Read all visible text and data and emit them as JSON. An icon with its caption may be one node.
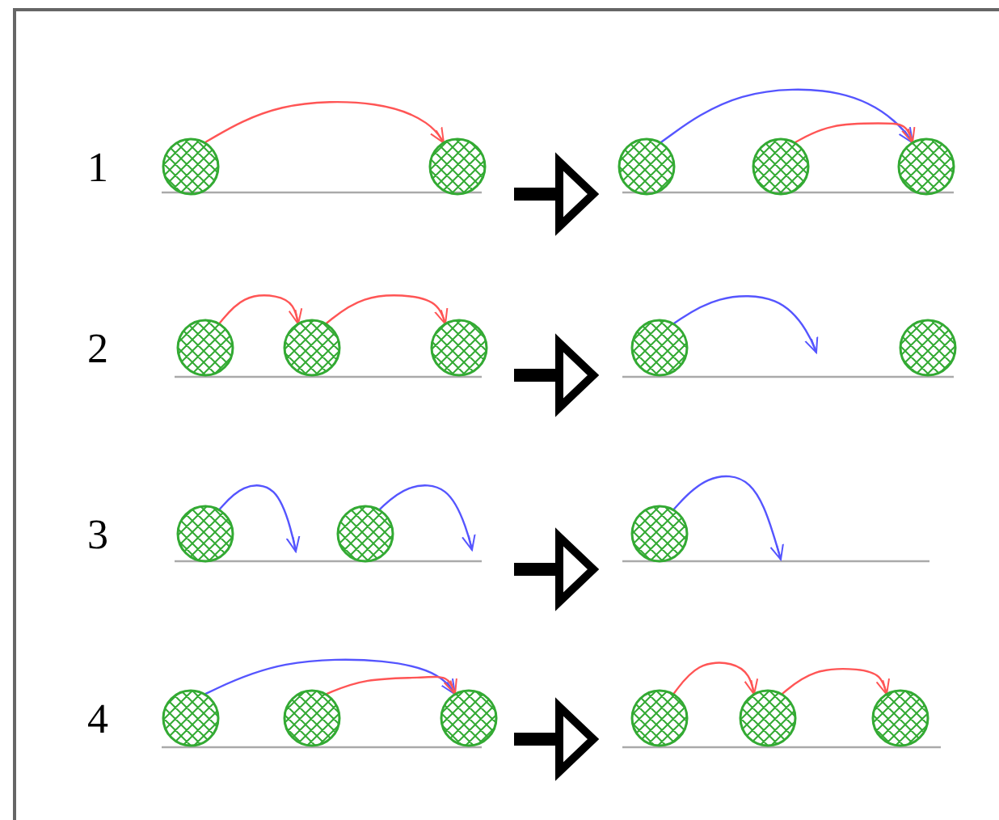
{
  "diagram": {
    "nodes": [
      {
        "text": [],
        "shape": "circle"
      },
      {
        "text": [],
        "shape": "circle"
      },
      {
        "text": [],
        "shape": "circle"
      },
      {
        "text": [],
        "shape": "circle"
      },
      {
        "text": [],
        "shape": "circle"
      },
      {
        "text": [],
        "shape": "circle"
      },
      {
        "text": [],
        "shape": "circle"
      },
      {
        "text": [],
        "shape": "circle"
      },
      {
        "text": [],
        "shape": "circle"
      },
      {
        "text": [],
        "shape": "circle"
      },
      {
        "text": [],
        "shape": "circle"
      },
      {
        "text": [],
        "shape": "circle"
      },
      {
        "text": [],
        "shape": "circle"
      },
      {
        "text": [],
        "shape": "circle"
      },
      {
        "text": [],
        "shape": "circle"
      },
      {
        "text": [],
        "shape": "circle"
      },
      {
        "text": [],
        "shape": "circle"
      },
      {
        "text": [],
        "shape": "circle"
      },
      {
        "text": [],
        "shape": "circle"
      }
    ],
    "edges": [
      {
        "from": 0,
        "to": 1,
        "arrow": "to",
        "color": "#ff5555"
      },
      {
        "from": 2,
        "to": 4,
        "arrow": "to",
        "color": "#5555ff"
      },
      {
        "from": 3,
        "to": 4,
        "arrow": "to",
        "color": "#ff5555"
      },
      {
        "from": 5,
        "to": 6,
        "arrow": "to",
        "color": "#ff5555"
      },
      {
        "from": 6,
        "to": 7,
        "arrow": "to",
        "color": "#ff5555"
      },
      {
        "from": 8,
        "to": null,
        "arrow": "to",
        "color": "#5555ff"
      },
      {
        "from": 10,
        "to": null,
        "arrow": "to",
        "color": "#5555ff"
      },
      {
        "from": 11,
        "to": null,
        "arrow": "to",
        "color": "#5555ff"
      },
      {
        "from": 12,
        "to": null,
        "arrow": "to",
        "color": "#5555ff"
      },
      {
        "from": 13,
        "to": 15,
        "arrow": "to",
        "color": "#5555ff"
      },
      {
        "from": 14,
        "to": 15,
        "arrow": "to",
        "color": "#ff5555"
      },
      {
        "from": 16,
        "to": 17,
        "arrow": "to",
        "color": "#ff5555"
      },
      {
        "from": 17,
        "to": 18,
        "arrow": "to",
        "color": "#ff5555"
      }
    ],
    "labels": [
      "1",
      "2",
      "3",
      "4"
    ]
  }
}
